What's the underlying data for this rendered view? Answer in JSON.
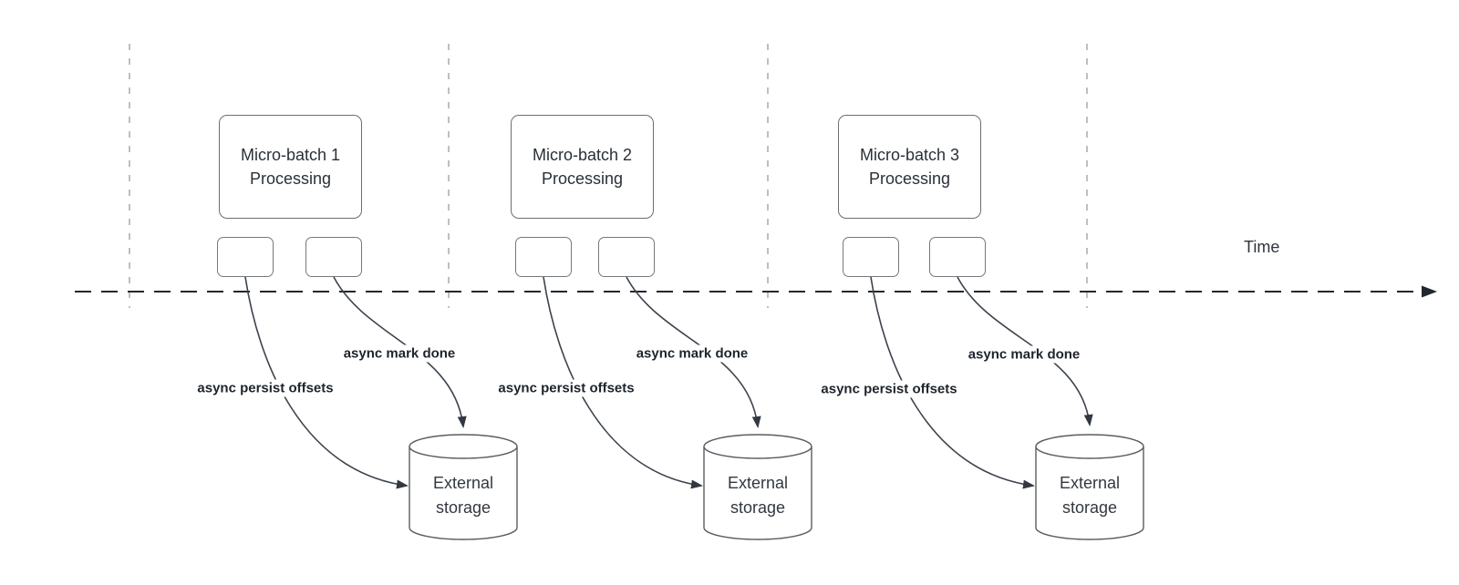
{
  "timeline": {
    "label": "Time"
  },
  "groups": [
    {
      "title_line1": "Micro-batch 1",
      "title_line2": "Processing",
      "persist_label": "async persist offsets",
      "mark_done_label": "async mark done",
      "storage_line1": "External",
      "storage_line2": "storage"
    },
    {
      "title_line1": "Micro-batch 2",
      "title_line2": "Processing",
      "persist_label": "async persist offsets",
      "mark_done_label": "async mark done",
      "storage_line1": "External",
      "storage_line2": "storage"
    },
    {
      "title_line1": "Micro-batch 3",
      "title_line2": "Processing",
      "persist_label": "async persist offsets",
      "mark_done_label": "async mark done",
      "storage_line1": "External",
      "storage_line2": "storage"
    }
  ],
  "colors": {
    "background": "#ffffff",
    "box_stroke": "#6a6e73",
    "chip_stroke": "#74787d",
    "cylinder_stroke": "#595d62",
    "connector": "#3c434d",
    "timeline_axis": "#22272e",
    "guide_line": "#a7aaac",
    "async_label_text": "#1d242c",
    "box_title_text": "#2a3038"
  }
}
